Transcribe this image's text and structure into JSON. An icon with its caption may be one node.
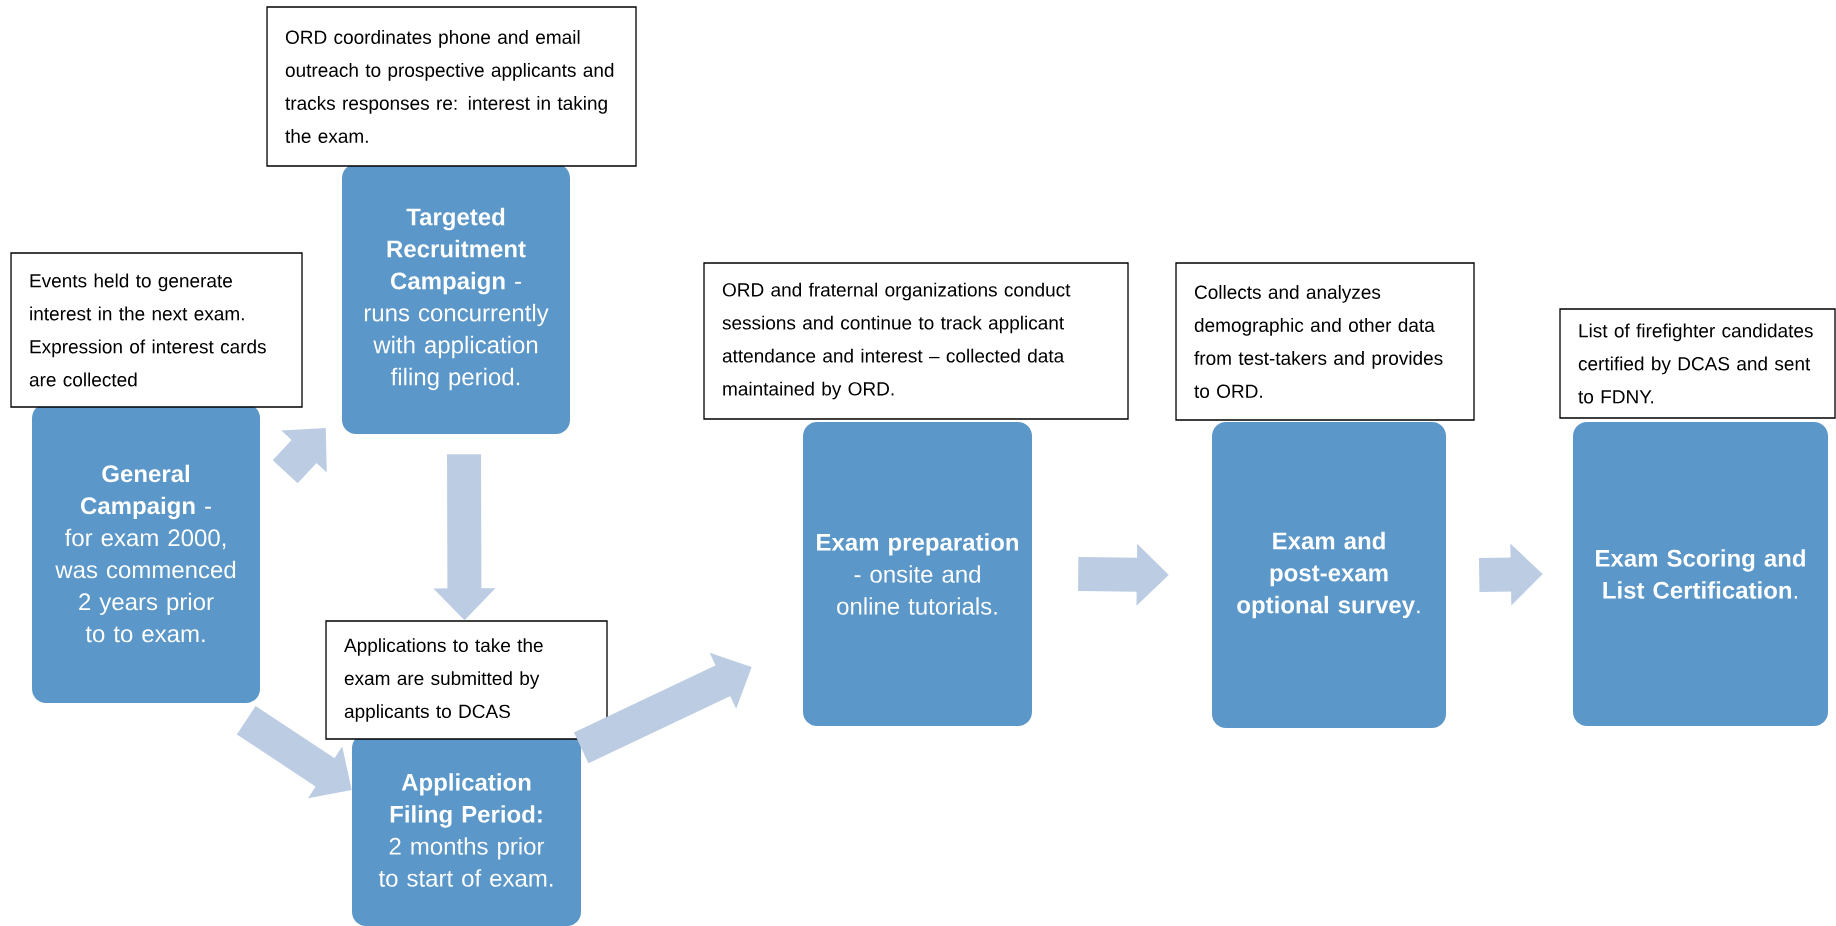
{
  "diagram": {
    "nodes": [
      {
        "text": [
          "**General Campaign** - for exam 2000, was commenced 2 years prior to to exam."
        ]
      },
      {
        "text": [
          "Events held to generate interest in the next exam. Expression of interest cards are collected"
        ]
      },
      {
        "text": [
          "**Targeted Recruitment Campaign** - runs concurrently with application filing period."
        ]
      },
      {
        "text": [
          "ORD coordinates phone and email outreach to prospective applicants and tracks responses re: interest in taking the exam."
        ]
      },
      {
        "text": [
          "**Application Filing Period:** 2 months prior to start of exam."
        ]
      },
      {
        "text": [
          "Applications to take the exam are submitted by applicants to DCAS"
        ]
      },
      {
        "text": [
          "**Exam preparation** - onsite and online tutorials."
        ]
      },
      {
        "text": [
          "ORD and fraternal organizations conduct sessions and continue to track applicant attendance and interest – collected data maintained by ORD."
        ]
      },
      {
        "text": [
          "**Exam and post-exam optional survey**."
        ]
      },
      {
        "text": [
          "Collects and analyzes demographic and other data from test-takers and provides to ORD."
        ]
      },
      {
        "text": [
          "**Exam Scoring and List Certification**."
        ]
      },
      {
        "text": [
          "List of firefighter candidates certified by DCAS and sent to FDNY."
        ]
      }
    ],
    "edges": [
      {
        "from": 0,
        "to": 2,
        "arrow": "to"
      },
      {
        "from": 0,
        "to": 4,
        "arrow": "to"
      },
      {
        "from": 2,
        "to": 5,
        "arrow": "to"
      },
      {
        "from": 4,
        "to": 6,
        "arrow": "to"
      },
      {
        "from": 6,
        "to": 8,
        "arrow": "to"
      },
      {
        "from": 8,
        "to": 10,
        "arrow": "to"
      }
    ]
  }
}
